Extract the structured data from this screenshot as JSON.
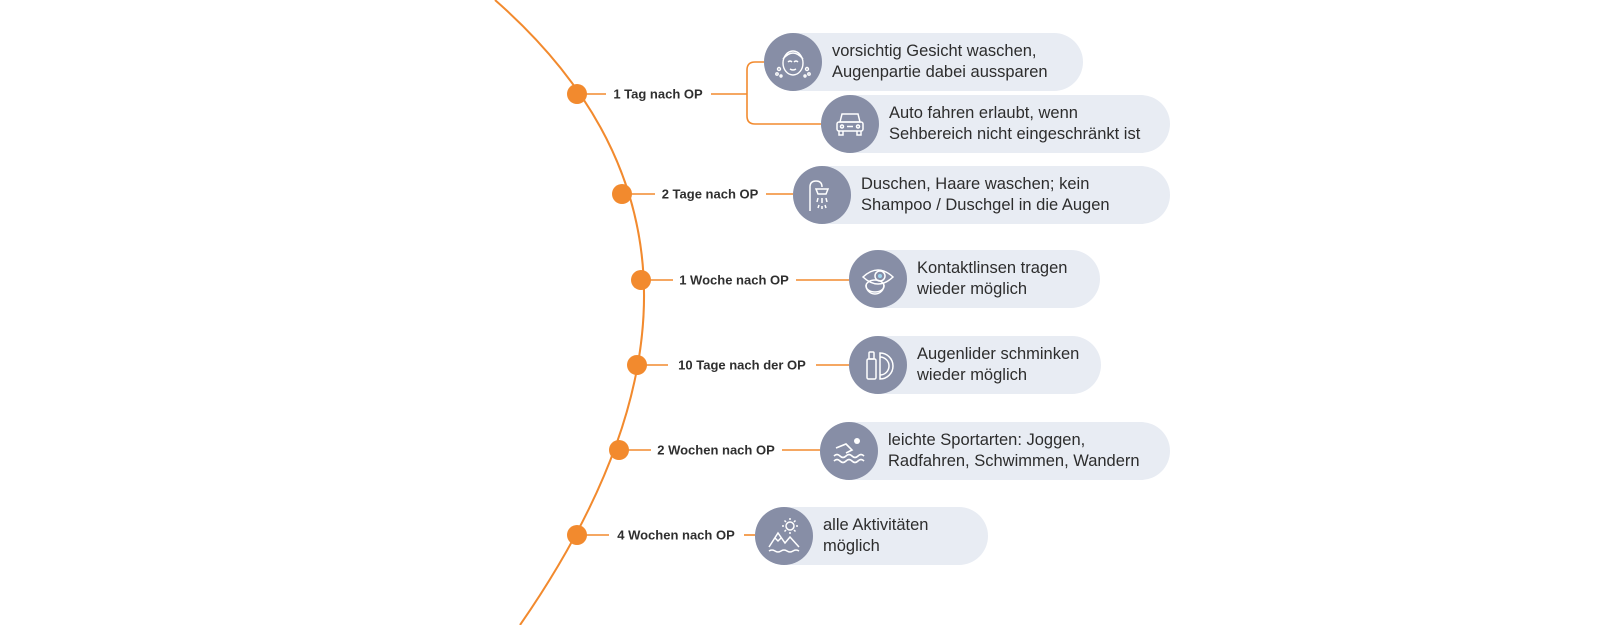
{
  "colors": {
    "accent": "#f28a2e",
    "pill_background": "#e8ecf3",
    "icon_background": "#878ea6",
    "label_text": "#2f2f2f"
  },
  "timeline": [
    {
      "label": "1 Tag nach OP",
      "items": [
        {
          "icon": "face-washing-icon",
          "lines": [
            "vorsichtig Gesicht waschen,",
            "Augenpartie dabei aussparen"
          ]
        },
        {
          "icon": "car-icon",
          "lines": [
            "Auto fahren erlaubt, wenn",
            "Sehbereich nicht eingeschränkt ist"
          ]
        }
      ]
    },
    {
      "label": "2 Tage nach OP",
      "items": [
        {
          "icon": "shower-icon",
          "lines": [
            "Duschen, Haare waschen; kein",
            "Shampoo / Duschgel in die Augen"
          ]
        }
      ]
    },
    {
      "label": "1 Woche nach OP",
      "items": [
        {
          "icon": "contact-lens-icon",
          "lines": [
            "Kontaktlinsen tragen",
            "wieder möglich"
          ]
        }
      ]
    },
    {
      "label": "10 Tage nach der OP",
      "items": [
        {
          "icon": "makeup-icon",
          "lines": [
            "Augenlider schminken",
            "wieder möglich"
          ]
        }
      ]
    },
    {
      "label": "2 Wochen nach OP",
      "items": [
        {
          "icon": "swimming-icon",
          "lines": [
            "leichte Sportarten: Joggen,",
            "Radfahren, Schwimmen, Wandern"
          ]
        }
      ]
    },
    {
      "label": "4 Wochen nach OP",
      "items": [
        {
          "icon": "mountain-sun-icon",
          "lines": [
            "alle Aktivitäten",
            "möglich"
          ]
        }
      ]
    }
  ]
}
